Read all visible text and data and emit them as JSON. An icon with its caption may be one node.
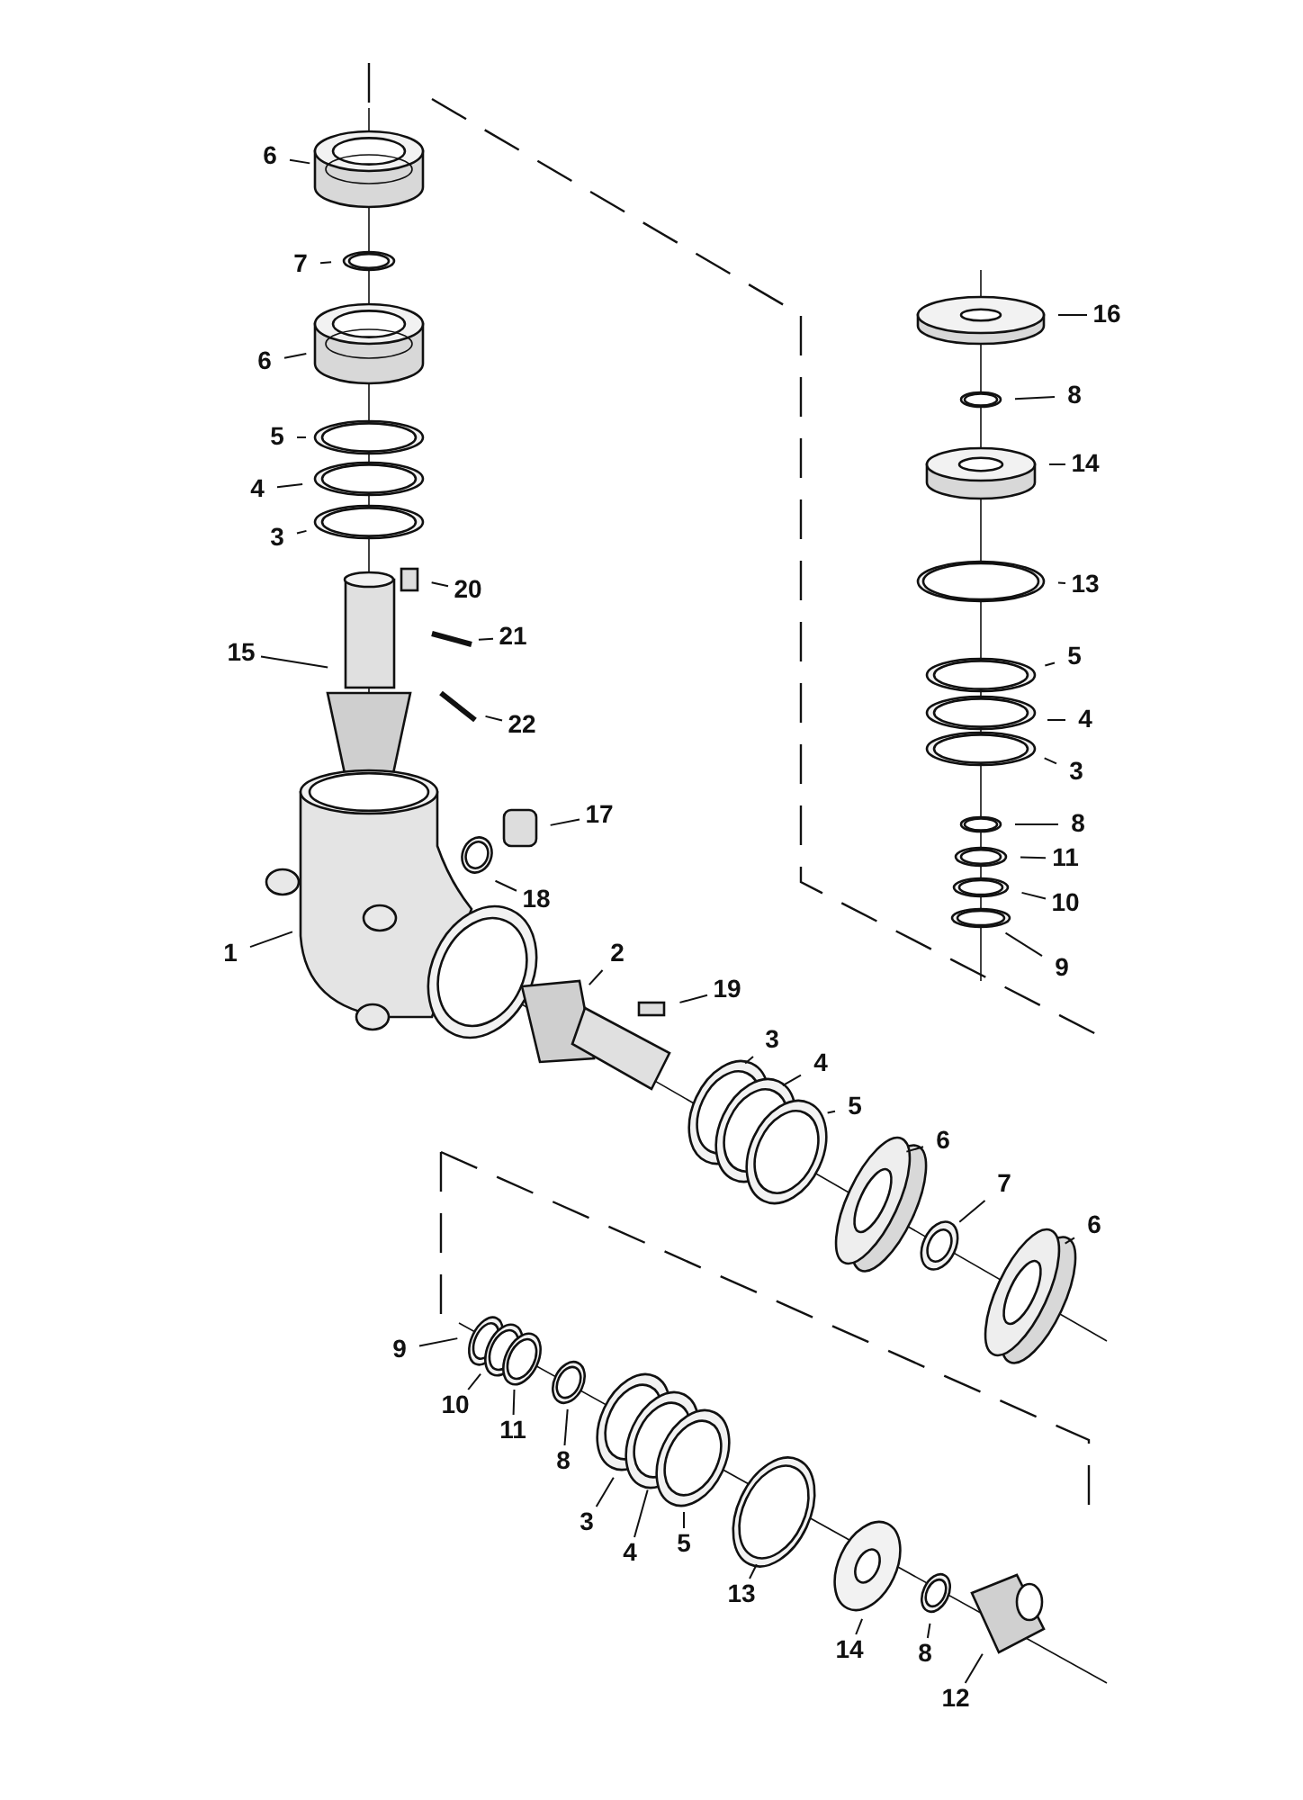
{
  "diagram": {
    "nodes": [
      {
        "text": [
          "6"
        ]
      },
      {
        "text": [
          "7"
        ]
      },
      {
        "text": [
          "6"
        ]
      },
      {
        "text": [
          "5"
        ]
      },
      {
        "text": [
          "4"
        ]
      },
      {
        "text": [
          "3"
        ]
      },
      {
        "text": [
          "20"
        ]
      },
      {
        "text": [
          "15"
        ]
      },
      {
        "text": [
          "21"
        ]
      },
      {
        "text": [
          "22"
        ]
      },
      {
        "text": [
          "17"
        ]
      },
      {
        "text": [
          "18"
        ]
      },
      {
        "text": [
          "1"
        ]
      },
      {
        "text": [
          "2"
        ]
      },
      {
        "text": [
          "19"
        ]
      },
      {
        "text": [
          "16"
        ]
      },
      {
        "text": [
          "8"
        ]
      },
      {
        "text": [
          "14"
        ]
      },
      {
        "text": [
          "13"
        ]
      },
      {
        "text": [
          "5"
        ]
      },
      {
        "text": [
          "4"
        ]
      },
      {
        "text": [
          "3"
        ]
      },
      {
        "text": [
          "8"
        ]
      },
      {
        "text": [
          "11"
        ]
      },
      {
        "text": [
          "10"
        ]
      },
      {
        "text": [
          "9"
        ]
      },
      {
        "text": [
          "3"
        ]
      },
      {
        "text": [
          "4"
        ]
      },
      {
        "text": [
          "5"
        ]
      },
      {
        "text": [
          "6"
        ]
      },
      {
        "text": [
          "7"
        ]
      },
      {
        "text": [
          "6"
        ]
      },
      {
        "text": [
          "9"
        ]
      },
      {
        "text": [
          "10"
        ]
      },
      {
        "text": [
          "11"
        ]
      },
      {
        "text": [
          "8"
        ]
      },
      {
        "text": [
          "3"
        ]
      },
      {
        "text": [
          "4"
        ]
      },
      {
        "text": [
          "5"
        ]
      },
      {
        "text": [
          "13"
        ]
      },
      {
        "text": [
          "14"
        ]
      },
      {
        "text": [
          "8"
        ]
      },
      {
        "text": [
          "12"
        ]
      }
    ],
    "edges": [
      {
        "from": 0,
        "to": null,
        "arrow": "none"
      },
      {
        "from": 1,
        "to": null,
        "arrow": "none"
      },
      {
        "from": 2,
        "to": null,
        "arrow": "none"
      },
      {
        "from": 3,
        "to": null,
        "arrow": "none"
      },
      {
        "from": 4,
        "to": null,
        "arrow": "none"
      },
      {
        "from": 5,
        "to": null,
        "arrow": "none"
      },
      {
        "from": 6,
        "to": null,
        "arrow": "none"
      },
      {
        "from": 7,
        "to": null,
        "arrow": "none"
      },
      {
        "from": 8,
        "to": null,
        "arrow": "none"
      },
      {
        "from": 9,
        "to": null,
        "arrow": "none"
      },
      {
        "from": 10,
        "to": null,
        "arrow": "none"
      },
      {
        "from": 11,
        "to": null,
        "arrow": "none"
      },
      {
        "from": 12,
        "to": null,
        "arrow": "none"
      },
      {
        "from": 13,
        "to": null,
        "arrow": "none"
      },
      {
        "from": 14,
        "to": null,
        "arrow": "none"
      },
      {
        "from": 15,
        "to": null,
        "arrow": "none"
      },
      {
        "from": 16,
        "to": null,
        "arrow": "none"
      },
      {
        "from": 17,
        "to": null,
        "arrow": "none"
      },
      {
        "from": 18,
        "to": null,
        "arrow": "none"
      },
      {
        "from": 19,
        "to": null,
        "arrow": "none"
      },
      {
        "from": 20,
        "to": null,
        "arrow": "none"
      },
      {
        "from": 21,
        "to": null,
        "arrow": "none"
      },
      {
        "from": 22,
        "to": null,
        "arrow": "none"
      },
      {
        "from": 23,
        "to": null,
        "arrow": "none"
      },
      {
        "from": 24,
        "to": null,
        "arrow": "none"
      },
      {
        "from": 25,
        "to": null,
        "arrow": "none"
      },
      {
        "from": 26,
        "to": null,
        "arrow": "none"
      },
      {
        "from": 27,
        "to": null,
        "arrow": "none"
      },
      {
        "from": 28,
        "to": null,
        "arrow": "none"
      },
      {
        "from": 29,
        "to": null,
        "arrow": "none"
      },
      {
        "from": 30,
        "to": null,
        "arrow": "none"
      },
      {
        "from": 31,
        "to": null,
        "arrow": "none"
      },
      {
        "from": 32,
        "to": null,
        "arrow": "none"
      },
      {
        "from": 33,
        "to": null,
        "arrow": "none"
      },
      {
        "from": 34,
        "to": null,
        "arrow": "none"
      },
      {
        "from": 35,
        "to": null,
        "arrow": "none"
      },
      {
        "from": 36,
        "to": null,
        "arrow": "none"
      },
      {
        "from": 37,
        "to": null,
        "arrow": "none"
      },
      {
        "from": 38,
        "to": null,
        "arrow": "none"
      },
      {
        "from": 39,
        "to": null,
        "arrow": "none"
      },
      {
        "from": 40,
        "to": null,
        "arrow": "none"
      },
      {
        "from": 41,
        "to": null,
        "arrow": "none"
      },
      {
        "from": 42,
        "to": null,
        "arrow": "none"
      }
    ]
  }
}
